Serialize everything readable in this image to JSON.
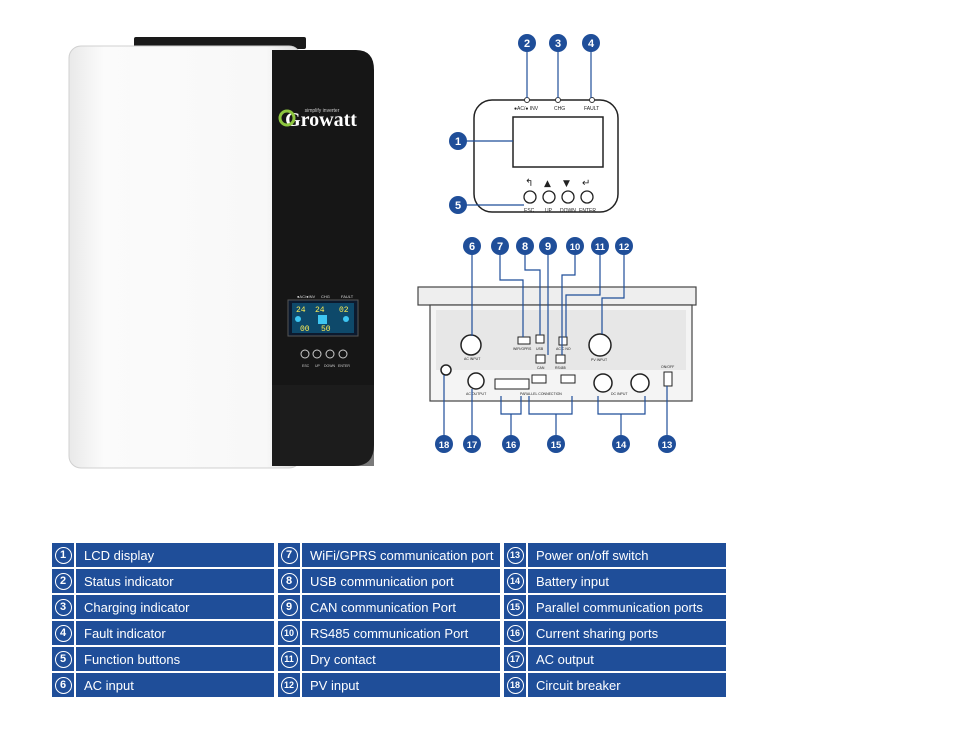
{
  "device": {
    "brand": "Growatt",
    "brand_tagline": "simplify inverter",
    "lcd_readouts": [
      "24",
      "24",
      "02",
      "00",
      "50"
    ],
    "front_indicator_labels": [
      "●AC/●INV",
      "CHG",
      "FAULT"
    ],
    "front_button_labels": [
      "ESC",
      "UP",
      "DOWN",
      "ENTER"
    ]
  },
  "panel_detail": {
    "indicator_labels": [
      "●AC/● INV",
      "CHG",
      "FAULT"
    ],
    "button_labels": [
      "ESC",
      "UP",
      "DOWN",
      "ENTER"
    ]
  },
  "bottom_panel": {
    "labels": {
      "ac_input": "AC INPUT",
      "wifi_gprs": "WIFI/GPRS",
      "usb": "USB",
      "can": "CAN",
      "rs485": "RS485",
      "dry_contact": "AC C NO",
      "pv_input": "PV INPUT",
      "ac_output": "AC OUTPUT",
      "parallel_connection": "PARALLEL CONNECTION",
      "dc_input": "DC INPUT",
      "on_off": "ON/OFF"
    }
  },
  "callout_numbers": [
    "1",
    "2",
    "3",
    "4",
    "5",
    "6",
    "7",
    "8",
    "9",
    "10",
    "11",
    "12",
    "13",
    "14",
    "15",
    "16",
    "17",
    "18"
  ],
  "legend": [
    {
      "num": "1",
      "label": "LCD display"
    },
    {
      "num": "2",
      "label": "Status indicator"
    },
    {
      "num": "3",
      "label": "Charging indicator"
    },
    {
      "num": "4",
      "label": "Fault indicator"
    },
    {
      "num": "5",
      "label": "Function buttons"
    },
    {
      "num": "6",
      "label": "AC input"
    },
    {
      "num": "7",
      "label": "WiFi/GPRS communication port"
    },
    {
      "num": "8",
      "label": "USB communication port"
    },
    {
      "num": "9",
      "label": "CAN communication Port"
    },
    {
      "num": "10",
      "label": "RS485 communication Port"
    },
    {
      "num": "11",
      "label": "Dry contact"
    },
    {
      "num": "12",
      "label": "PV input"
    },
    {
      "num": "13",
      "label": "Power on/off switch"
    },
    {
      "num": "14",
      "label": "Battery input"
    },
    {
      "num": "15",
      "label": "Parallel communication ports"
    },
    {
      "num": "16",
      "label": "Current sharing ports"
    },
    {
      "num": "17",
      "label": "AC output"
    },
    {
      "num": "18",
      "label": "Circuit breaker"
    }
  ],
  "colors": {
    "callout_blue": "#1f4e99",
    "legend_blue": "#1f4e99",
    "body_white": "#f4f4f4",
    "panel_black": "#151515",
    "logo_green": "#8dc63f"
  }
}
